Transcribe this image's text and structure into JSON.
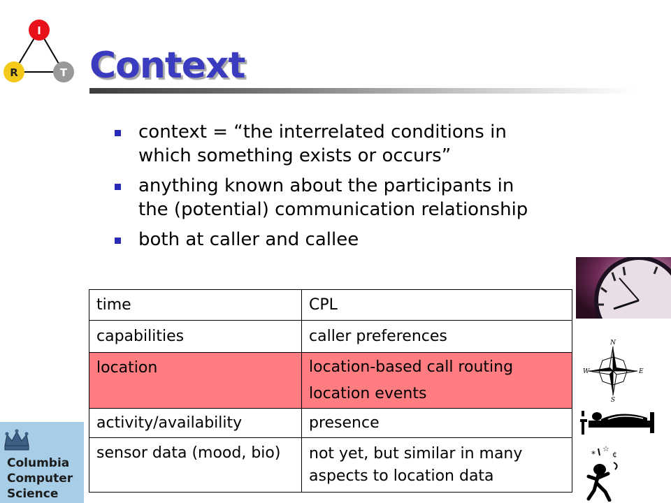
{
  "logo": {
    "nodes": [
      "I",
      "R",
      "T"
    ],
    "colors": {
      "top": "#e8121b",
      "left": "#f5c91a",
      "right": "#999999"
    }
  },
  "title": "Context",
  "bullets": [
    [
      "context = “the interrelated conditions in",
      "which something exists or occurs”"
    ],
    [
      "anything known about the participants in",
      "the (potential) communication relationship"
    ],
    [
      "both at caller and callee"
    ]
  ],
  "table": {
    "rows": [
      {
        "label": "time",
        "values": [
          "CPL"
        ]
      },
      {
        "label": "capabilities",
        "values": [
          "caller preferences"
        ]
      },
      {
        "label": "location",
        "values": [
          "location-based call routing",
          "location events"
        ],
        "highlight": true
      },
      {
        "label": "activity/availability",
        "values": [
          "presence"
        ]
      },
      {
        "label": "sensor data (mood, bio)",
        "values": [
          "not yet, but similar in many",
          "aspects to location data"
        ]
      }
    ],
    "highlight_color": "#ff7c80"
  },
  "compass_letters": [
    "N",
    "W",
    "E",
    "S"
  ],
  "university_logo": [
    "Columbia",
    "Computer",
    "Science"
  ],
  "colors": {
    "title": "#3b3bbf",
    "bullet": "#2a2ab8"
  }
}
